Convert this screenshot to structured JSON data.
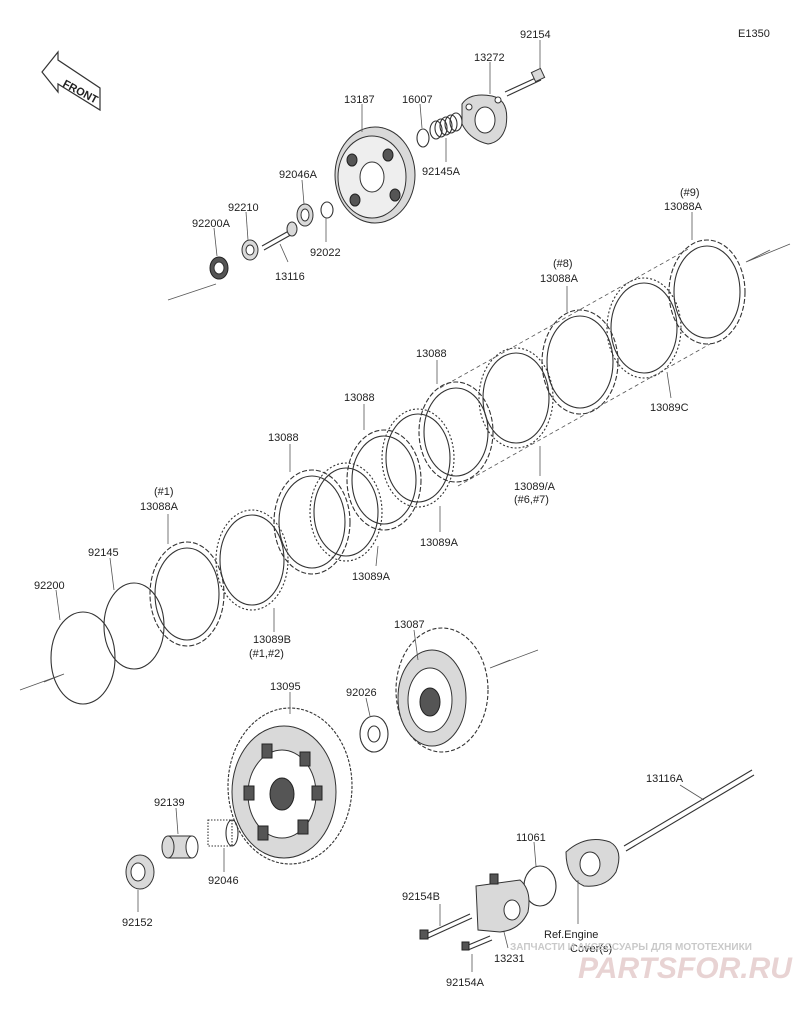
{
  "diagram_code": "E1350",
  "front_label": "FRONT",
  "labels": {
    "p92154": "92154",
    "p13272": "13272",
    "p13187": "13187",
    "p16007": "16007",
    "p92145A": "92145A",
    "p92046A": "92046A",
    "p92210": "92210",
    "p92200A": "92200A",
    "p13116": "13116",
    "p92022": "92022",
    "p9_note": "(#9)",
    "p13088A_9": "13088A",
    "p8_note": "(#8)",
    "p13088A_8": "13088A",
    "p13088_a": "13088",
    "p13088_b": "13088",
    "p13088_c": "13088",
    "p13089C": "13089C",
    "p13089A_top": "13089/A",
    "p13089A_top_note": "(#6,#7)",
    "p13089A_mid": "13089A",
    "p13089A_low": "13089A",
    "p1_note": "(#1)",
    "p13088A_1": "13088A",
    "p92145": "92145",
    "p92200": "92200",
    "p13089B": "13089B",
    "p13089B_note": "(#1,#2)",
    "p13087": "13087",
    "p13095": "13095",
    "p92026": "92026",
    "p13116A": "13116A",
    "p92139": "92139",
    "p92046": "92046",
    "p92152": "92152",
    "p11061": "11061",
    "p92154B": "92154B",
    "ref_engine": "Ref.Engine",
    "ref_covers": "Cover(s)",
    "p13231": "13231",
    "p92154A": "92154A"
  },
  "watermark": {
    "top_text": "ЗАПЧАСТИ И АКСЕССУАРЫ ДЛЯ МОТОТЕХНИКИ",
    "main_text": "PARTSFOR.RU"
  }
}
